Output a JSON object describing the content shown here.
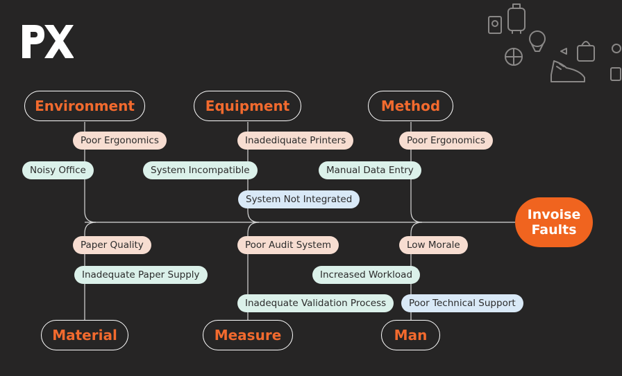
{
  "logo_text": "PX",
  "colors": {
    "background": "#262525",
    "accent": "#f26a2e",
    "head_fill": "#f0641f",
    "spine": "#d9d9d9"
  },
  "head": {
    "line1": "Invoise",
    "line2": "Faults"
  },
  "categories": {
    "environment": "Environment",
    "equipment": "Equipment",
    "method": "Method",
    "material": "Material",
    "measure": "Measure",
    "man": "Man"
  },
  "causes": {
    "environment": [
      "Poor Ergonomics",
      "Noisy Office"
    ],
    "equipment": [
      "Inadediquate Printers",
      "System Incompatible",
      "System Not Integrated"
    ],
    "method": [
      "Poor Ergonomics",
      "Manual Data Entry"
    ],
    "material": [
      "Paper Quality",
      "Inadequate Paper Supply"
    ],
    "measure": [
      "Poor Audit System",
      "Inadequate Validation Process"
    ],
    "man": [
      "Low Morale",
      "Increased Workload",
      "Poor Technical Support"
    ]
  },
  "decor_icons": [
    "luggage-icon",
    "globe-icon",
    "shopping-bag-icon",
    "sneaker-icon",
    "passport-icon",
    "hot-air-balloon-icon"
  ]
}
